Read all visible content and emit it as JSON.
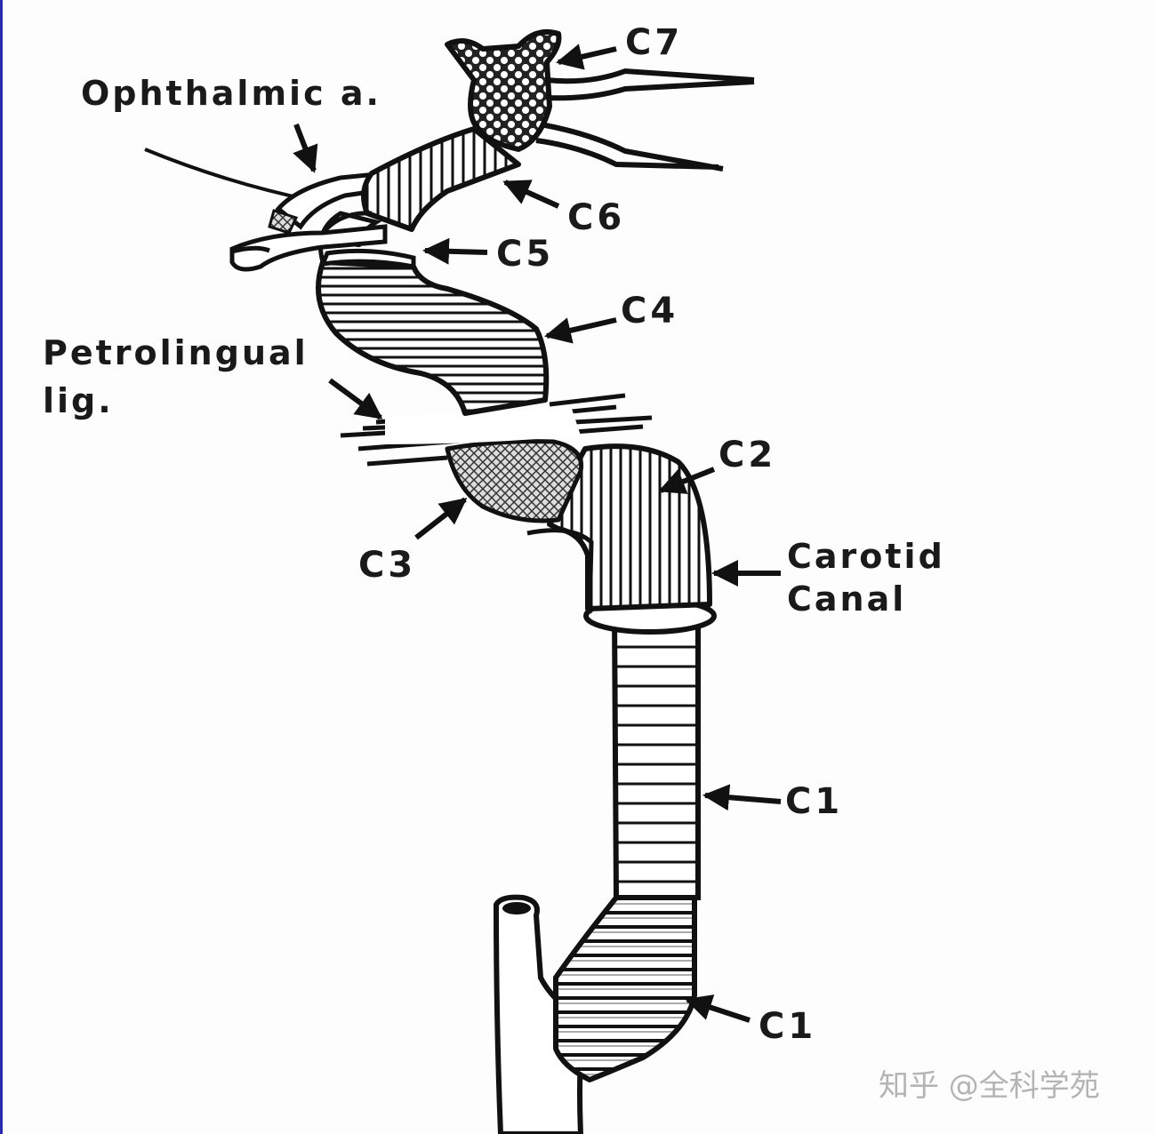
{
  "labels": {
    "c7": "C7",
    "ophthalmic": "Ophthalmic a.",
    "c6": "C6",
    "c5": "C5",
    "c4": "C4",
    "petrolingual_line1": "Petrolingual",
    "petrolingual_line2": "lig.",
    "c2": "C2",
    "c3": "C3",
    "carotid_line1": "Carotid",
    "carotid_line2": "Canal",
    "c1_upper": "C1",
    "c1_lower": "C1"
  },
  "watermark": {
    "text": "知乎 @全科学苑"
  },
  "colors": {
    "ink": "#1a1a1a",
    "border": "#2b2bb0"
  }
}
